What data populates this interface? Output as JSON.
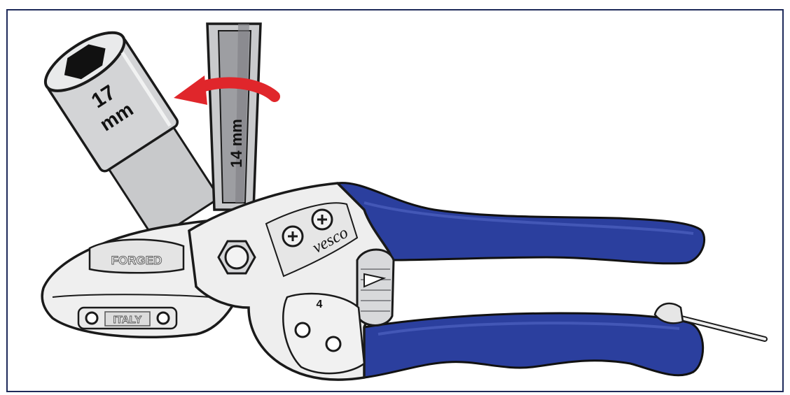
{
  "labels": {
    "socket_size_line1": "17",
    "socket_size_line2": "mm",
    "wrench_size": "14 mm",
    "blade_stamp_top": "FORGED",
    "blade_stamp_bottom": "ITALY",
    "brand": "vesco",
    "anvil_number": "4"
  },
  "colors": {
    "frame_border": "#1e2a5a",
    "handle_grip": "#2b3f9e",
    "rotation_arrow": "#e0262b",
    "tool_metal": "#cfd0d2",
    "tool_outline": "#1a1a1a",
    "body_light": "#eeeeee"
  },
  "icons": {
    "rotation": "curved-arrow-left-icon",
    "hex_socket": "hex-socket-icon",
    "hex_nut": "hex-nut-icon"
  }
}
